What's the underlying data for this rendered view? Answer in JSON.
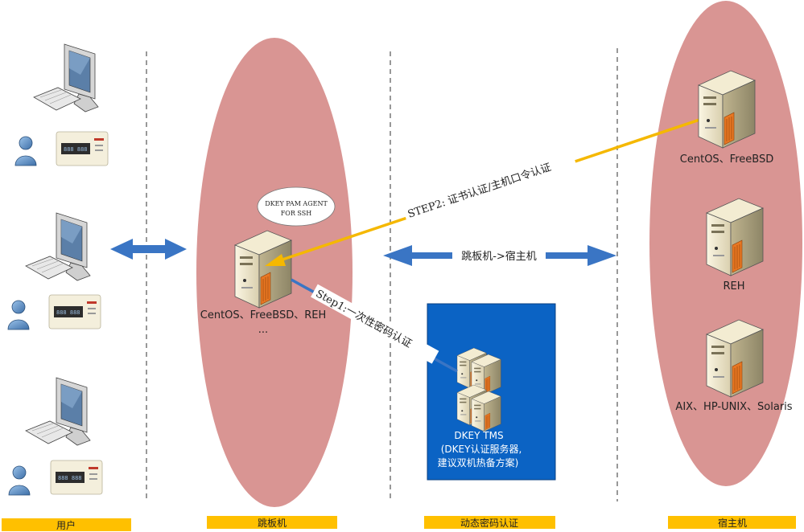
{
  "columns": {
    "users": "用户",
    "jump_host": "跳板机",
    "otp_auth": "动态密码认证",
    "target_host": "宿主机"
  },
  "jump_server": {
    "agent_bubble_line1": "DKEY PAM AGENT",
    "agent_bubble_line2": "FOR SSH",
    "os_label": "CentOS、FreeBSD、REH",
    "more": "..."
  },
  "tms": {
    "line1": "DKEY TMS",
    "line2": "(DKEY认证服务器,",
    "line3": "建议双机热备方案)"
  },
  "targets": {
    "t1": "CentOS、FreeBSD",
    "t2": "REH",
    "t3": "AIX、HP-UNIX、Solaris"
  },
  "arrows": {
    "middle": "跳板机->宿主机",
    "step1": "Step1:一次性密码认证",
    "step2": "STEP2: 证书认证/主机口令认证"
  },
  "colors": {
    "ellipse": "#d99593",
    "label_bar": "#ffc000",
    "arrow_blue": "#3a75c4",
    "arrow_orange": "#f5b800",
    "tms_box": "#0b63c4"
  }
}
